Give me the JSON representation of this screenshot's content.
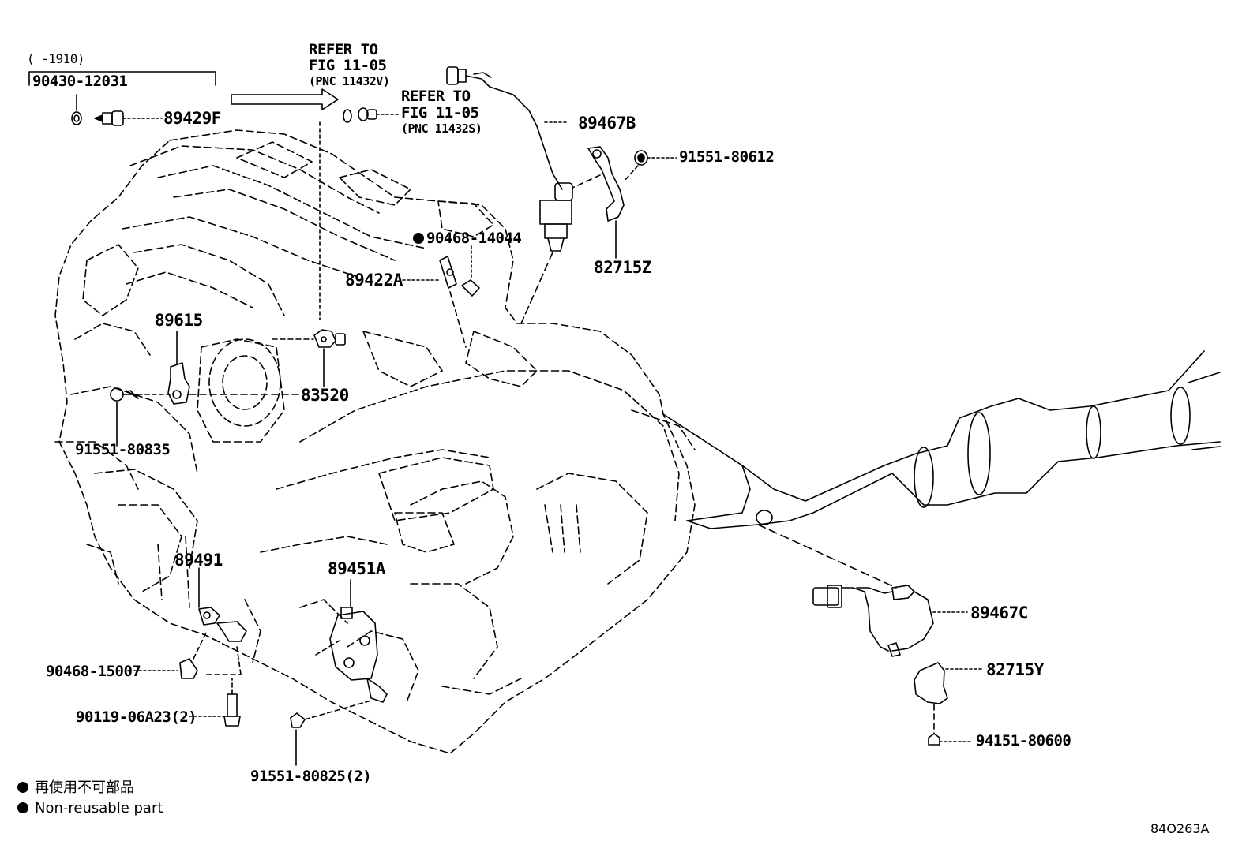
{
  "labels": {
    "date_range": "(      -1910)",
    "bracket_part": "90430-12031",
    "p89429F": "89429F",
    "refer1_line1": "REFER TO",
    "refer1_line2": "FIG 11-05",
    "refer1_line3": "(PNC 11432V)",
    "refer2_line1": "REFER TO",
    "refer2_line2": "FIG 11-05",
    "refer2_line3": "(PNC 11432S)",
    "p89467B": "89467B",
    "p91551_80612": "91551-80612",
    "p90468_14044": "90468-14044",
    "p89422A": "89422A",
    "p82715Z": "82715Z",
    "p89615": "89615",
    "p83520": "83520",
    "p91551_80835": "91551-80835",
    "p89491": "89491",
    "p89451A": "89451A",
    "p89467C": "89467C",
    "p82715Y": "82715Y",
    "p90468_15007": "90468-15007",
    "p90119_06A23": "90119-06A23(2)",
    "p91551_80825": "91551-80825(2)",
    "p94151_80600": "94151-80600"
  },
  "legend": {
    "jp": "再使用不可部品",
    "en": "Non-reusable part"
  },
  "figure_id": "84O263A"
}
